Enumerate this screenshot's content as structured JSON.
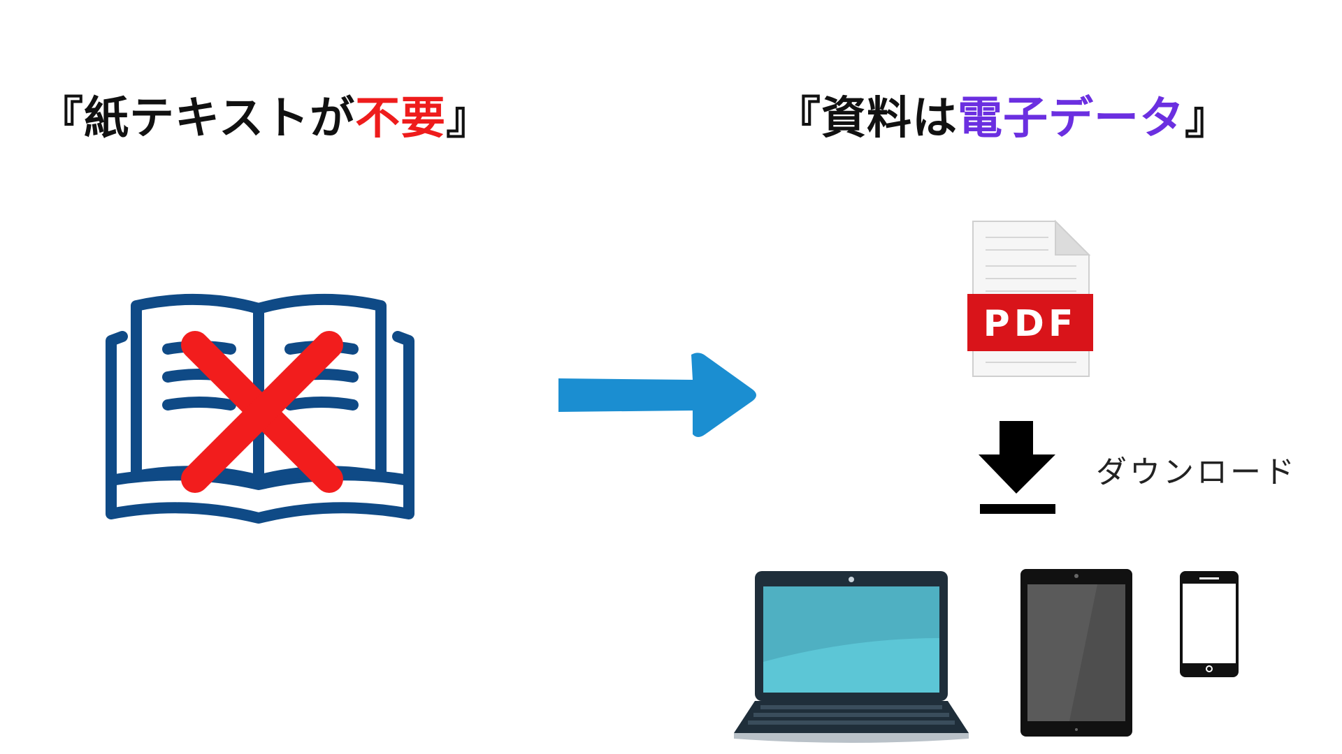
{
  "left_heading": {
    "open_bracket": "『",
    "text": "紙テキストが",
    "highlight": "不要",
    "close_bracket": "』"
  },
  "right_heading": {
    "open_bracket": "『",
    "text": "資料は",
    "highlight": "電子データ",
    "close_bracket": "』"
  },
  "pdf_icon": {
    "label": "PDF"
  },
  "download": {
    "label": "ダウンロード"
  },
  "colors": {
    "highlight_red": "#ee1c1c",
    "highlight_purple": "#6b2fe0",
    "book_navy": "#0f4a86",
    "cross_red": "#f21d1d",
    "arrow_blue": "#1b8ed1",
    "pdf_band": "#d9141a"
  },
  "icons": [
    "book-icon",
    "cross-icon",
    "arrow-right-icon",
    "pdf-file-icon",
    "download-icon",
    "laptop-icon",
    "tablet-icon",
    "smartphone-icon"
  ]
}
